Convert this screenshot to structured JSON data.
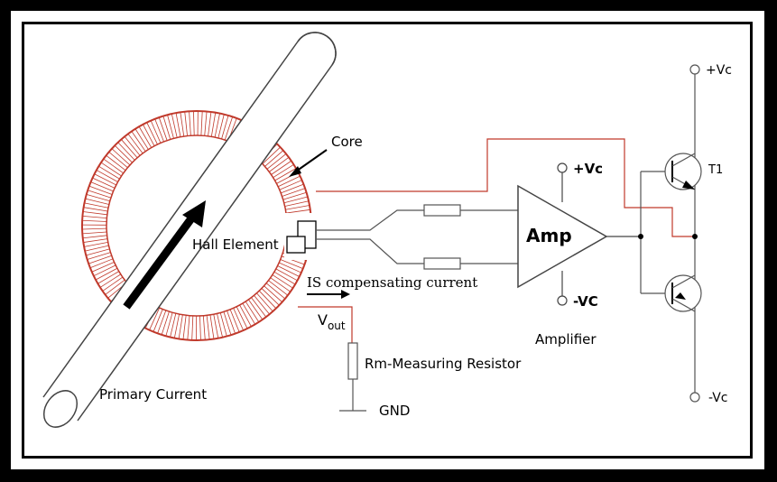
{
  "labels": {
    "core": "Core",
    "hall_element": "Hall Element",
    "is_comp": "IS compensating current",
    "vout_main": "V",
    "vout_sub": "out",
    "rm_resistor": "Rm-Measuring Resistor",
    "gnd": "GND",
    "primary_current": "Primary Current",
    "amp": "Amp",
    "amp_vcc_pos": "+Vc",
    "amp_vcc_neg": "-VC",
    "amplifier": "Amplifier",
    "t1": "T1",
    "rail_pos": "+Vc",
    "rail_neg": "-Vc"
  },
  "colors": {
    "wire": "#555555",
    "coil": "#c0392b",
    "core_fill": "#ffffff"
  }
}
